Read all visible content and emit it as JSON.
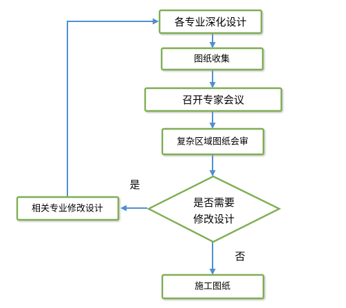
{
  "nodes": {
    "deepen": "各专业深化设计",
    "collect": "图纸收集",
    "meeting": "召开专家会议",
    "review": "复杂区域图纸会审",
    "decision_line1": "是否需要",
    "decision_line2": "修改设计",
    "modify": "相关专业修改设计",
    "construct": "施工图纸"
  },
  "edge_labels": {
    "yes": "是",
    "no": "否"
  },
  "colors": {
    "node_border": "#7fae52",
    "arrow": "#4f8fd0"
  }
}
